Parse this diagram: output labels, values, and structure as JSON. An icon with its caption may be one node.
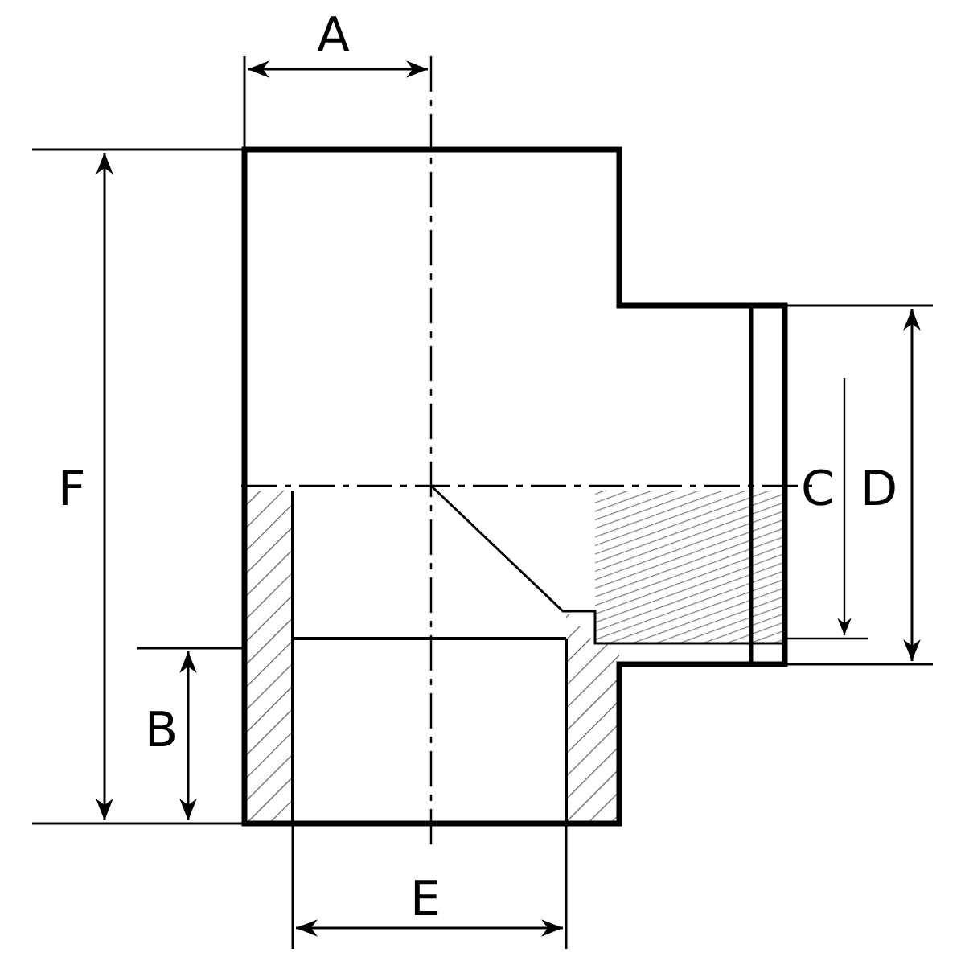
{
  "diagram": {
    "labels": [
      "A",
      "F",
      "C",
      "D",
      "B",
      "E"
    ]
  }
}
